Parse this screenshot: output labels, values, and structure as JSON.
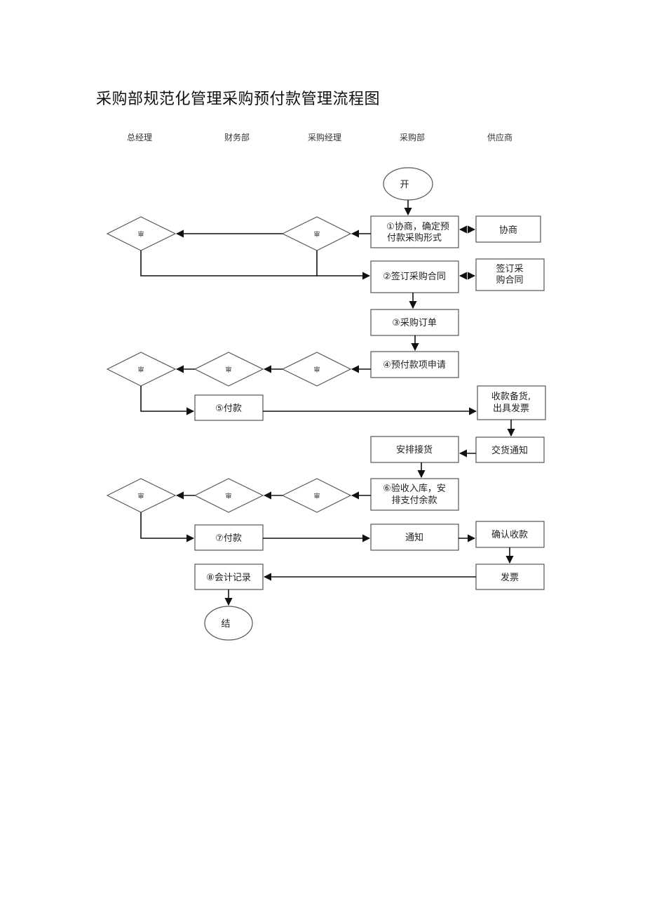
{
  "title": "采购部规范化管理采购预付款管理流程图",
  "lanes": [
    "总经理",
    "财务部",
    "采购经理",
    "采购部",
    "供应商"
  ],
  "nodes": {
    "start": "开",
    "s1a": "①协商，确定预",
    "s1b": "付款采购形式",
    "sup_negotiate": "协商",
    "s2": "②签订采购合同",
    "sup_sign_a": "签订采",
    "sup_sign_b": "购合同",
    "s3": "③采购订单",
    "s4": "④预付款项申请",
    "s5": "⑤付款",
    "sup_recv_a": "收款备货,",
    "sup_recv_b": "出具发票",
    "arrange": "安排接货",
    "sup_delivery": "交货通知",
    "s6a": "⑥验收入库，安",
    "s6b": "排支付余款",
    "s7": "⑦付款",
    "notify": "通知",
    "sup_confirm": "确认收款",
    "s8": "⑧会计记录",
    "sup_invoice": "发票",
    "end": "结"
  },
  "decision_label": "审"
}
